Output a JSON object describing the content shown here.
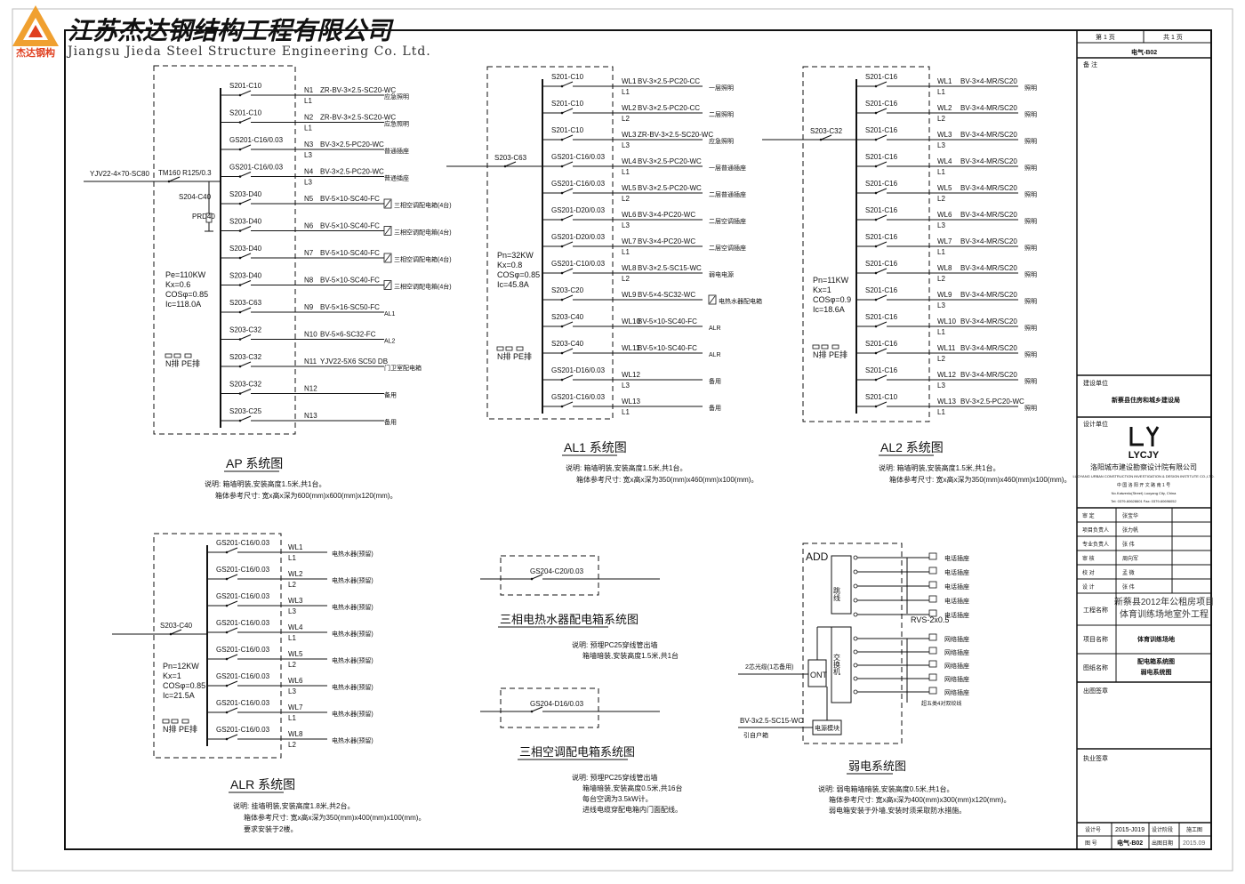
{
  "header": {
    "logo_label": "杰达钢构",
    "company_cn": "江苏杰达钢结构工程有限公司",
    "company_en": "Jiangsu Jieda Steel Structure Engineering Co. Ltd."
  },
  "colors": {
    "logo_orange": "#f0a030",
    "logo_red": "#e04020",
    "line": "#111111"
  },
  "common_text": {
    "n_pe": "N排  PE排"
  },
  "ap": {
    "title": "AP 系统图",
    "note1": "说明: 箱墙明装,安装高度1.5米,共1台。",
    "note2": "箱体参考尺寸: 宽x高x深为600(mm)x600(mm)x120(mm)。",
    "incoming_cable": "YJV22-4×70-SC80",
    "main_switch": "TM160 R125/0.3",
    "spd_switch": "S204-C40",
    "spd": "PRD40",
    "params": [
      "Pe=110KW",
      "Kx=0.6",
      "COSφ=0.85",
      "Ic=118.0A"
    ],
    "rows": [
      {
        "breaker": "S201-C10",
        "circuit": "N1",
        "phase": "L1",
        "cable": "ZR-BV-3×2.5-SC20-WC",
        "load": "应急照明",
        "box": false
      },
      {
        "breaker": "S201-C10",
        "circuit": "N2",
        "phase": "L1",
        "cable": "ZR-BV-3×2.5-SC20-WC",
        "load": "应急照明",
        "box": false
      },
      {
        "breaker": "GS201-C16/0.03",
        "circuit": "N3",
        "phase": "L3",
        "cable": "BV-3×2.5-PC20-WC",
        "load": "普通插座",
        "box": false
      },
      {
        "breaker": "GS201-C16/0.03",
        "circuit": "N4",
        "phase": "L3",
        "cable": "BV-3×2.5-PC20-WC",
        "load": "普通插座",
        "box": false
      },
      {
        "breaker": "S203-D40",
        "circuit": "N5",
        "phase": "",
        "cable": "BV-5×10-SC40-FC",
        "load": "三相空调配电箱(4台)",
        "box": true
      },
      {
        "breaker": "S203-D40",
        "circuit": "N6",
        "phase": "",
        "cable": "BV-5×10-SC40-FC",
        "load": "三相空调配电箱(4台)",
        "box": true
      },
      {
        "breaker": "S203-D40",
        "circuit": "N7",
        "phase": "",
        "cable": "BV-5×10-SC40-FC",
        "load": "三相空调配电箱(4台)",
        "box": true
      },
      {
        "breaker": "S203-D40",
        "circuit": "N8",
        "phase": "",
        "cable": "BV-5×10-SC40-FC",
        "load": "三相空调配电箱(4台)",
        "box": true
      },
      {
        "breaker": "S203-C63",
        "circuit": "N9",
        "phase": "",
        "cable": "BV-5×16-SC50-FC",
        "load": "AL1",
        "box": false
      },
      {
        "breaker": "S203-C32",
        "circuit": "N10",
        "phase": "",
        "cable": "BV-5×6-SC32-FC",
        "load": "AL2",
        "box": false
      },
      {
        "breaker": "S203-C32",
        "circuit": "N11",
        "phase": "",
        "cable": "YJV22-5X6 SC50 DB",
        "load": "门卫室配电箱",
        "box": false
      },
      {
        "breaker": "S203-C32",
        "circuit": "N12",
        "phase": "",
        "cable": "",
        "load": "备用",
        "box": false
      },
      {
        "breaker": "S203-C25",
        "circuit": "N13",
        "phase": "",
        "cable": "",
        "load": "备用",
        "box": false
      }
    ]
  },
  "al1": {
    "title": "AL1 系统图",
    "note1": "说明: 箱墙明装,安装高度1.5米,共1台。",
    "note2": "箱体参考尺寸: 宽x高x深为350(mm)x460(mm)x100(mm)。",
    "main_switch": "S203-C63",
    "params": [
      "Pn=32KW",
      "Kx=0.8",
      "COSφ=0.85",
      "Ic=45.8A"
    ],
    "rows": [
      {
        "breaker": "S201-C10",
        "circuit": "WL1",
        "phase": "L1",
        "cable": "BV-3×2.5-PC20-CC",
        "load": "一层照明",
        "box": false
      },
      {
        "breaker": "S201-C10",
        "circuit": "WL2",
        "phase": "L2",
        "cable": "BV-3×2.5-PC20-CC",
        "load": "二层照明",
        "box": false
      },
      {
        "breaker": "S201-C10",
        "circuit": "WL3",
        "phase": "L3",
        "cable": "ZR-BV-3×2.5-SC20-WC",
        "load": "应急照明",
        "box": false
      },
      {
        "breaker": "GS201-C16/0.03",
        "circuit": "WL4",
        "phase": "L1",
        "cable": "BV-3×2.5-PC20-WC",
        "load": "一层普通插座",
        "box": false
      },
      {
        "breaker": "GS201-C16/0.03",
        "circuit": "WL5",
        "phase": "L2",
        "cable": "BV-3×2.5-PC20-WC",
        "load": "二层普通插座",
        "box": false
      },
      {
        "breaker": "GS201-D20/0.03",
        "circuit": "WL6",
        "phase": "L3",
        "cable": "BV-3×4-PC20-WC",
        "load": "二层空调插座",
        "box": false
      },
      {
        "breaker": "GS201-D20/0.03",
        "circuit": "WL7",
        "phase": "L1",
        "cable": "BV-3×4-PC20-WC",
        "load": "二层空调插座",
        "box": false
      },
      {
        "breaker": "GS201-C10/0.03",
        "circuit": "WL8",
        "phase": "L2",
        "cable": "BV-3×2.5-SC15-WC",
        "load": "弱电电源",
        "box": false
      },
      {
        "breaker": "S203-C20",
        "circuit": "WL9",
        "phase": "",
        "cable": "BV-5×4-SC32-WC",
        "load": "电热水器配电箱",
        "box": true
      },
      {
        "breaker": "S203-C40",
        "circuit": "WL10",
        "phase": "",
        "cable": "BV-5×10-SC40-FC",
        "load": "ALR",
        "box": false
      },
      {
        "breaker": "S203-C40",
        "circuit": "WL11",
        "phase": "",
        "cable": "BV-5×10-SC40-FC",
        "load": "ALR",
        "box": false
      },
      {
        "breaker": "GS201-D16/0.03",
        "circuit": "WL12",
        "phase": "L3",
        "cable": "",
        "load": "备用",
        "box": false
      },
      {
        "breaker": "GS201-C16/0.03",
        "circuit": "WL13",
        "phase": "L1",
        "cable": "",
        "load": "备用",
        "box": false
      }
    ]
  },
  "al2": {
    "title": "AL2 系统图",
    "note1": "说明: 箱墙明装,安装高度1.5米,共1台。",
    "note2": "箱体参考尺寸: 宽x高x深为350(mm)x460(mm)x100(mm)。",
    "main_switch": "S203-C32",
    "params": [
      "Pn=11KW",
      "Kx=1",
      "COSφ=0.9",
      "Ic=18.6A"
    ],
    "rows": [
      {
        "breaker": "S201-C16",
        "circuit": "WL1",
        "phase": "L1",
        "cable": "BV-3×4-MR/SC20",
        "load": "照明"
      },
      {
        "breaker": "S201-C16",
        "circuit": "WL2",
        "phase": "L2",
        "cable": "BV-3×4-MR/SC20",
        "load": "照明"
      },
      {
        "breaker": "S201-C16",
        "circuit": "WL3",
        "phase": "L3",
        "cable": "BV-3×4-MR/SC20",
        "load": "照明"
      },
      {
        "breaker": "S201-C16",
        "circuit": "WL4",
        "phase": "L1",
        "cable": "BV-3×4-MR/SC20",
        "load": "照明"
      },
      {
        "breaker": "S201-C16",
        "circuit": "WL5",
        "phase": "L2",
        "cable": "BV-3×4-MR/SC20",
        "load": "照明"
      },
      {
        "breaker": "S201-C16",
        "circuit": "WL6",
        "phase": "L3",
        "cable": "BV-3×4-MR/SC20",
        "load": "照明"
      },
      {
        "breaker": "S201-C16",
        "circuit": "WL7",
        "phase": "L1",
        "cable": "BV-3×4-MR/SC20",
        "load": "照明"
      },
      {
        "breaker": "S201-C16",
        "circuit": "WL8",
        "phase": "L2",
        "cable": "BV-3×4-MR/SC20",
        "load": "照明"
      },
      {
        "breaker": "S201-C16",
        "circuit": "WL9",
        "phase": "L3",
        "cable": "BV-3×4-MR/SC20",
        "load": "照明"
      },
      {
        "breaker": "S201-C16",
        "circuit": "WL10",
        "phase": "L1",
        "cable": "BV-3×4-MR/SC20",
        "load": "照明"
      },
      {
        "breaker": "S201-C16",
        "circuit": "WL11",
        "phase": "L2",
        "cable": "BV-3×4-MR/SC20",
        "load": "照明"
      },
      {
        "breaker": "S201-C16",
        "circuit": "WL12",
        "phase": "L3",
        "cable": "BV-3×4-MR/SC20",
        "load": "照明"
      },
      {
        "breaker": "S201-C10",
        "circuit": "WL13",
        "phase": "L1",
        "cable": "BV-3×2.5-PC20-WC",
        "load": "照明"
      }
    ]
  },
  "alr": {
    "title": "ALR 系统图",
    "note1": "说明: 挂墙明装,安装高度1.8米,共2台。",
    "note2": "箱体参考尺寸: 宽x高x深为350(mm)x400(mm)x100(mm)。",
    "note3": "要求安装于2楼。",
    "main_switch": "S203-C40",
    "params": [
      "Pn=12KW",
      "Kx=1",
      "COSφ=0.85",
      "Ic=21.5A"
    ],
    "rows": [
      {
        "breaker": "GS201-C16/0.03",
        "circuit": "WL1",
        "phase": "L1",
        "load": "电热水器(预留)"
      },
      {
        "breaker": "GS201-C16/0.03",
        "circuit": "WL2",
        "phase": "L2",
        "load": "电热水器(预留)"
      },
      {
        "breaker": "GS201-C16/0.03",
        "circuit": "WL3",
        "phase": "L3",
        "load": "电热水器(预留)"
      },
      {
        "breaker": "GS201-C16/0.03",
        "circuit": "WL4",
        "phase": "L1",
        "load": "电热水器(预留)"
      },
      {
        "breaker": "GS201-C16/0.03",
        "circuit": "WL5",
        "phase": "L2",
        "load": "电热水器(预留)"
      },
      {
        "breaker": "GS201-C16/0.03",
        "circuit": "WL6",
        "phase": "L3",
        "load": "电热水器(预留)"
      },
      {
        "breaker": "GS201-C16/0.03",
        "circuit": "WL7",
        "phase": "L1",
        "load": "电热水器(预留)"
      },
      {
        "breaker": "GS201-C16/0.03",
        "circuit": "WL8",
        "phase": "L2",
        "load": "电热水器(预留)"
      }
    ]
  },
  "heater_box": {
    "breaker": "GS204-C20/0.03",
    "title": "三相电热水器配电箱系统图",
    "note1": "说明: 预埋PC25穿线管出墙",
    "note2": "箱墙暗装,安装高度1.5米,共1台"
  },
  "ac_box": {
    "breaker": "GS204-D16/0.03",
    "title": "三相空调配电箱系统图",
    "note1": "说明: 预埋PC25穿线管出墙",
    "note2": "箱墙暗装,安装高度0.5米,共16台",
    "note3": "每台空调为3.5kW计。",
    "note4": "进线电缆穿配电箱内门面配线。"
  },
  "weak": {
    "title": "弱电系统图",
    "add": "ADD",
    "jumper": "跳线",
    "switch": "交换机",
    "ont": "ONT",
    "power_module": "电源模块",
    "rvs": "RVS-2x0.5",
    "fiber_in": "2芯光缆(1芯备用)",
    "power_cable": "BV-3x2.5-SC15-WC",
    "power_from": "引自户箱",
    "phone_label": "电话插座",
    "net_label": "网络插座",
    "reserve": "超五类4对双绞线",
    "note1": "说明: 弱电箱墙暗装,安装高度0.5米,共1台。",
    "note2": "箱体参考尺寸: 宽x高x深为400(mm)x300(mm)x120(mm)。",
    "note3": "弱电箱安装于外墙,安装时须采取防水措施。"
  },
  "titleblock": {
    "sheet": "第 1 页",
    "total": "共 1 页",
    "drawing_no": "电气-B02",
    "remarks": "备 注",
    "client_label": "建设单位",
    "client": "新蔡县住房和城乡建设局",
    "designer_label": "设计单位",
    "designer_logo": "LYCJY",
    "designer_cn": "洛阳城市建设勘察设计院有限公司",
    "designer_en": "LUOYANG URBAN CONSTRUCTION INVESTIGATION & DESIGN INSTITUTE CO.,LTD.",
    "designer_addr": "中 国  洛 阳  开 文 路 南 1 号",
    "designer_addr_en": "No.Kaiwenlu(Street) Luoyang City, China",
    "designer_tel": "Tel: 0379-60628601     Fax: 0379-60696052",
    "staff": [
      {
        "role": "审  定",
        "name": "张宝华"
      },
      {
        "role": "项目负责人",
        "name": "张力帆"
      },
      {
        "role": "专业负责人",
        "name": "张 伟"
      },
      {
        "role": "审  核",
        "name": "周向军"
      },
      {
        "role": "校  对",
        "name": "孟 微"
      },
      {
        "role": "设  计",
        "name": "张 伟"
      }
    ],
    "project_label": "工程名称",
    "project_name1": "新蔡县2012年公租房项目",
    "project_name2": "体育训练场地室外工程",
    "item_label": "项目名称",
    "item_name": "体育训练场地",
    "drawing_label": "图纸名称",
    "drawing_name1": "配电箱系统图",
    "drawing_name2": "弱电系统图",
    "stamp_label": "出图签章",
    "sign_label": "执业签章",
    "design_no_label": "设计号",
    "design_no": "2015-J019",
    "stage_label": "设计阶段",
    "stage": "施工图",
    "fig_no_label": "图 号",
    "fig_no": "电气-B02",
    "date_label": "出图日期",
    "date": "2015.09"
  }
}
